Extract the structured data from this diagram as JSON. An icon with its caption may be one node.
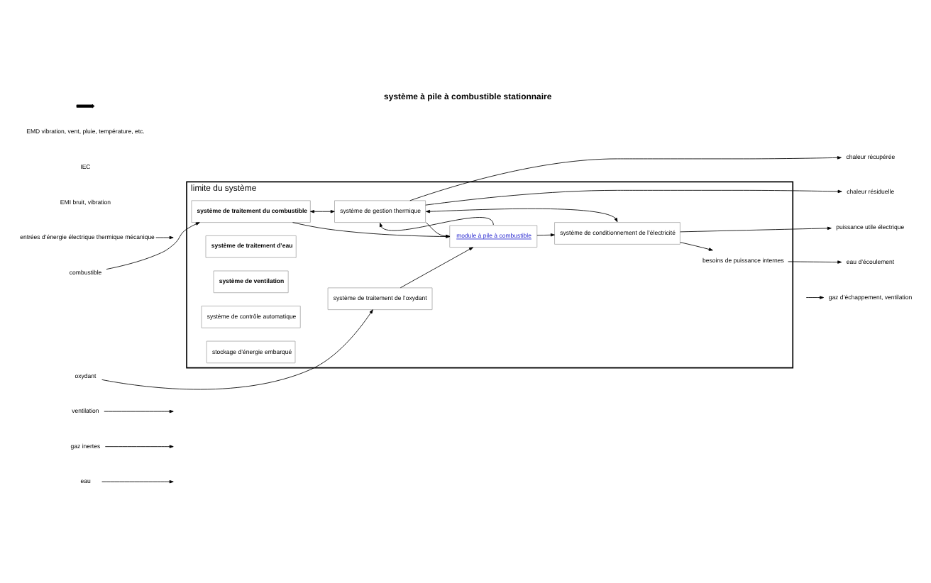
{
  "diagram": {
    "title": "système à pile à combustible stationnaire",
    "nodes": [
      {
        "text": [
          "limite du système"
        ]
      },
      {
        "text": [
          "système de gestion thermique"
        ],
        "in": 0
      },
      {
        "text": [
          "système de traitement du combustible"
        ],
        "in": 0
      },
      {
        "text": [
          "module à pile à combustible"
        ],
        "in": 0
      },
      {
        "text": [
          "système de conditionnement de l’électricité"
        ],
        "in": 0
      },
      {
        "text": [
          "système de traitement de l’oxydant"
        ],
        "in": 0
      },
      {
        "text": [
          "système de traitement d’eau"
        ],
        "in": 0
      },
      {
        "text": [
          "besoins de puissance internes"
        ],
        "in": 0
      },
      {
        "text": [
          "système de ventilation"
        ],
        "in": 0
      },
      {
        "text": [
          "système de contrôle automatique"
        ],
        "in": 0
      },
      {
        "text": [
          "stockage d’énergie embarqué"
        ],
        "in": 0
      },
      {
        "text": [
          "entrées d’énergie électrique thermique mécanique"
        ]
      },
      {
        "text": [
          "combustible"
        ]
      },
      {
        "text": [
          "oxydant"
        ]
      },
      {
        "text": [
          "ventilation"
        ]
      },
      {
        "text": [
          "gaz inertes"
        ]
      },
      {
        "text": [
          "eau"
        ]
      },
      {
        "text": [
          "chaleur récupérée"
        ]
      },
      {
        "text": [
          "chaleur résiduelle"
        ]
      },
      {
        "text": [
          "puissance utile électrique"
        ]
      },
      {
        "text": [
          "eau d’écoulement"
        ]
      },
      {
        "text": [
          "gaz d’échappement, ventilation"
        ]
      }
    ],
    "edges": [
      {
        "from": 11,
        "to": null,
        "arrow": "to"
      },
      {
        "from": 12,
        "to": 2,
        "arrow": "to"
      },
      {
        "from": 2,
        "to": 3,
        "arrow": "to"
      },
      {
        "from": 13,
        "to": 5,
        "arrow": "to"
      },
      {
        "from": 5,
        "to": 3,
        "arrow": "to"
      },
      {
        "from": 2,
        "to": 1,
        "arrow": "both"
      },
      {
        "from": 1,
        "to": 3,
        "arrow": "to"
      },
      {
        "from": 3,
        "to": 1,
        "arrow": "to"
      },
      {
        "from": 1,
        "to": 17,
        "arrow": "to"
      },
      {
        "from": 1,
        "to": 18,
        "arrow": "to"
      },
      {
        "from": 4,
        "to": 1,
        "arrow": "both"
      },
      {
        "from": 3,
        "to": 4,
        "arrow": "to"
      },
      {
        "from": 4,
        "to": 19,
        "arrow": "to"
      },
      {
        "from": 4,
        "to": 7,
        "arrow": "to"
      },
      {
        "from": 7,
        "to": 20,
        "arrow": "to"
      },
      {
        "from": null,
        "to": 21,
        "arrow": "to"
      },
      {
        "from": 14,
        "to": null,
        "arrow": "to"
      },
      {
        "from": 15,
        "to": null,
        "arrow": "to"
      },
      {
        "from": 16,
        "to": null,
        "arrow": "to"
      }
    ],
    "labels": [
      "EMI bruit, vibration",
      "IEC"
    ],
    "legend": [
      {
        "text": "EMD vibration, vent, pluie, température, etc."
      }
    ]
  }
}
